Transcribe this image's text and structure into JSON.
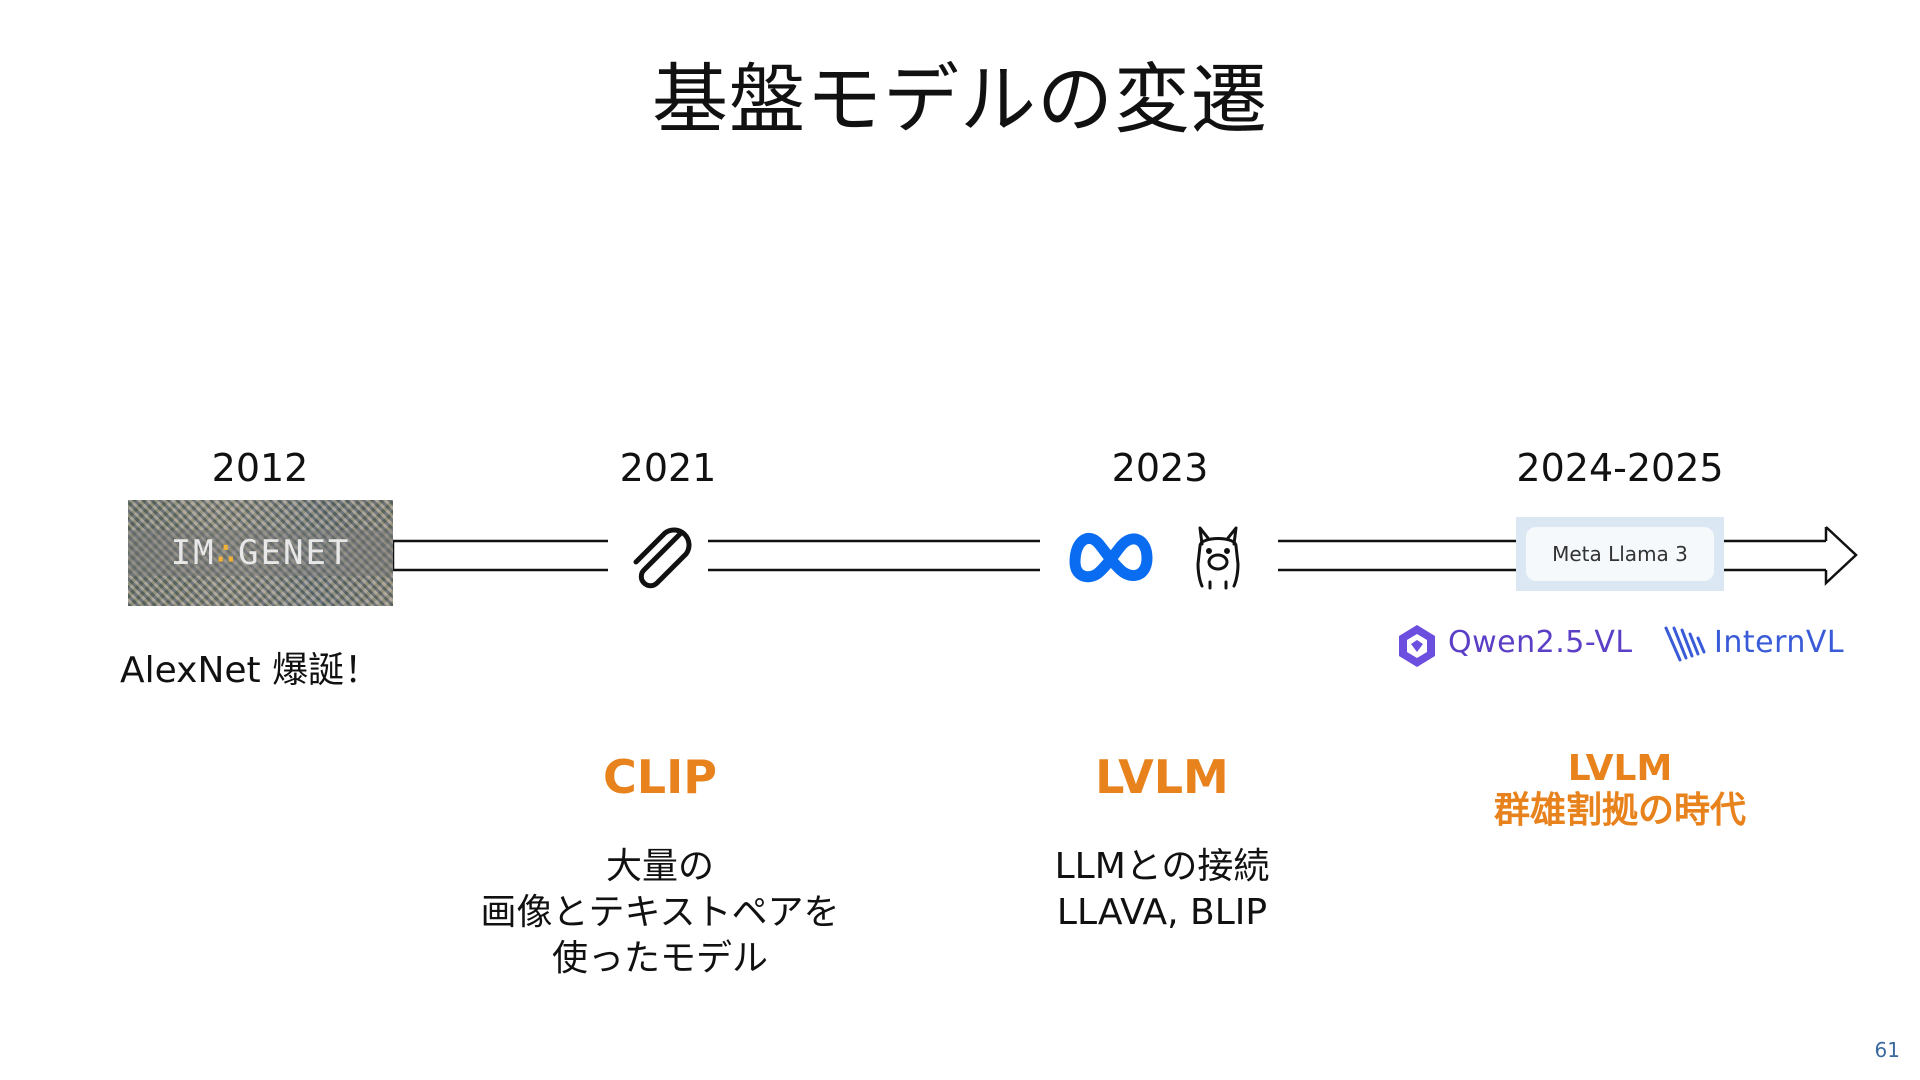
{
  "title": "基盤モデルの変遷",
  "timeline": {
    "years": [
      "2012",
      "2021",
      "2023",
      "2024-2025"
    ]
  },
  "imagenet": {
    "logo_part1": "IM",
    "logo_part2": "∴",
    "logo_part3": "GENET"
  },
  "alexnet": "AlexNet 爆誕！",
  "clip": {
    "heading": "CLIP",
    "lines": [
      "大量の",
      "画像とテキストペアを",
      "使ったモデル"
    ]
  },
  "lvlm": {
    "heading": "LVLM",
    "lines": [
      "LLMとの接続",
      "LLAVA, BLIP"
    ]
  },
  "era": {
    "lines": [
      "LVLM",
      "群雄割拠の時代"
    ]
  },
  "logos": {
    "meta_llama": "Meta Llama 3",
    "qwen": "Qwen2.5-VL",
    "intern": "InternVL"
  },
  "page_number": "61",
  "colors": {
    "accent": "#e8821c",
    "meta_blue": "#0a6cf0",
    "qwen_purple": "#5b3fc6",
    "intern_blue": "#3a5bd8",
    "page_number": "#3b6aa0"
  },
  "icons": [
    "paperclip-icon",
    "meta-infinity-logo",
    "llama-icon",
    "qwen-logo-icon",
    "internvl-logo-icon"
  ]
}
